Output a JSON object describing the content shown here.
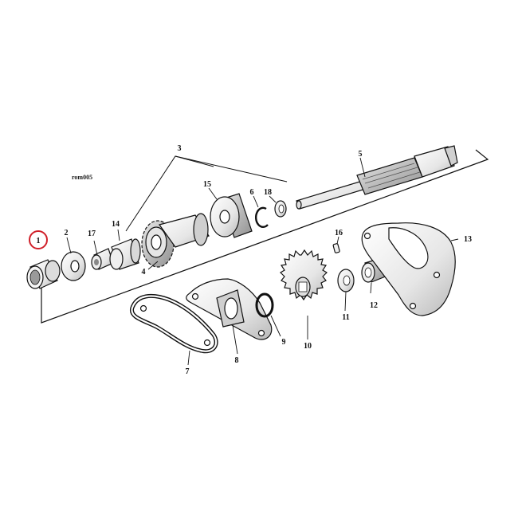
{
  "diagram": {
    "code": "rom005",
    "highlight_color": "#d0202a",
    "part_fill": "#f1f1f1",
    "labels": {
      "p1": "1",
      "p2": "2",
      "p3": "3",
      "p4": "4",
      "p5": "5",
      "p6": "6",
      "p7": "7",
      "p8": "8",
      "p9": "9",
      "p10": "10",
      "p11": "11",
      "p12": "12",
      "p13": "13",
      "p14": "14",
      "p15": "15",
      "p16": "16",
      "p17": "17",
      "p18": "18"
    }
  }
}
